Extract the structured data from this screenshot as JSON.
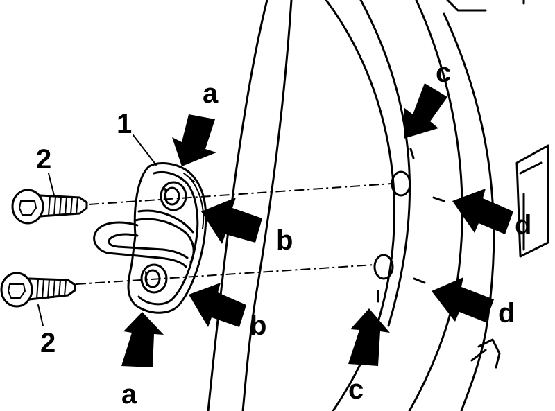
{
  "labels": {
    "part_striker": "1",
    "part_bolt_top": "2",
    "part_bolt_bottom": "2",
    "a_top": "a",
    "a_bottom": "a",
    "b_top": "b",
    "b_bottom": "b",
    "c_top": "c",
    "c_bottom": "c",
    "d_top": "d",
    "d_bottom": "d"
  },
  "colors": {
    "ink": "#000000",
    "paper": "#ffffff"
  },
  "icons": {
    "arrow": "block-arrow-icon",
    "bolt": "torx-bolt-icon"
  }
}
